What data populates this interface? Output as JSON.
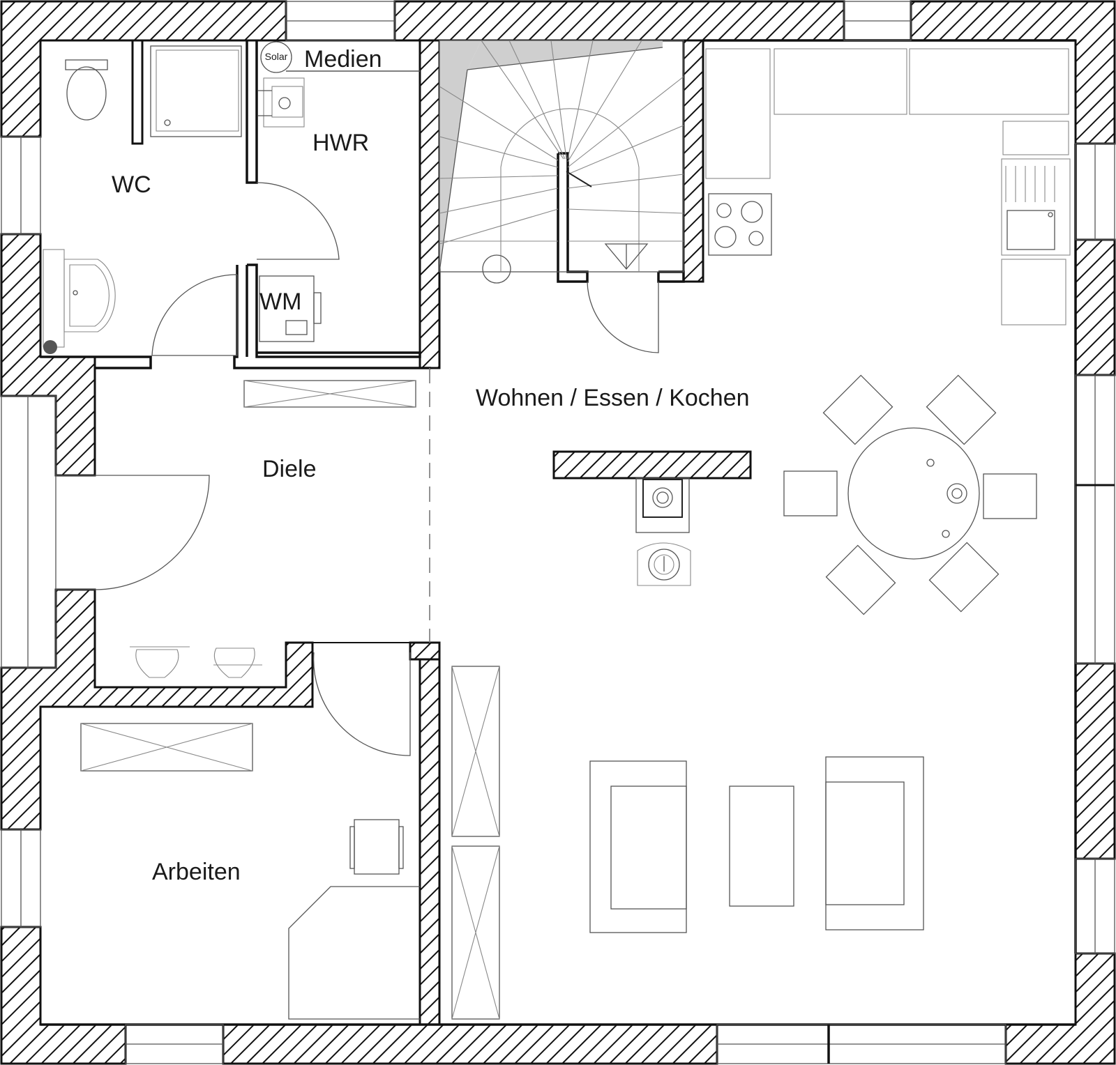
{
  "rooms": {
    "wc": "WC",
    "medien": "Medien",
    "solar": "Solar",
    "hwr": "HWR",
    "wm": "WM",
    "wohnen": "Wohnen / Essen / Kochen",
    "diele": "Diele",
    "arbeiten": "Arbeiten"
  }
}
